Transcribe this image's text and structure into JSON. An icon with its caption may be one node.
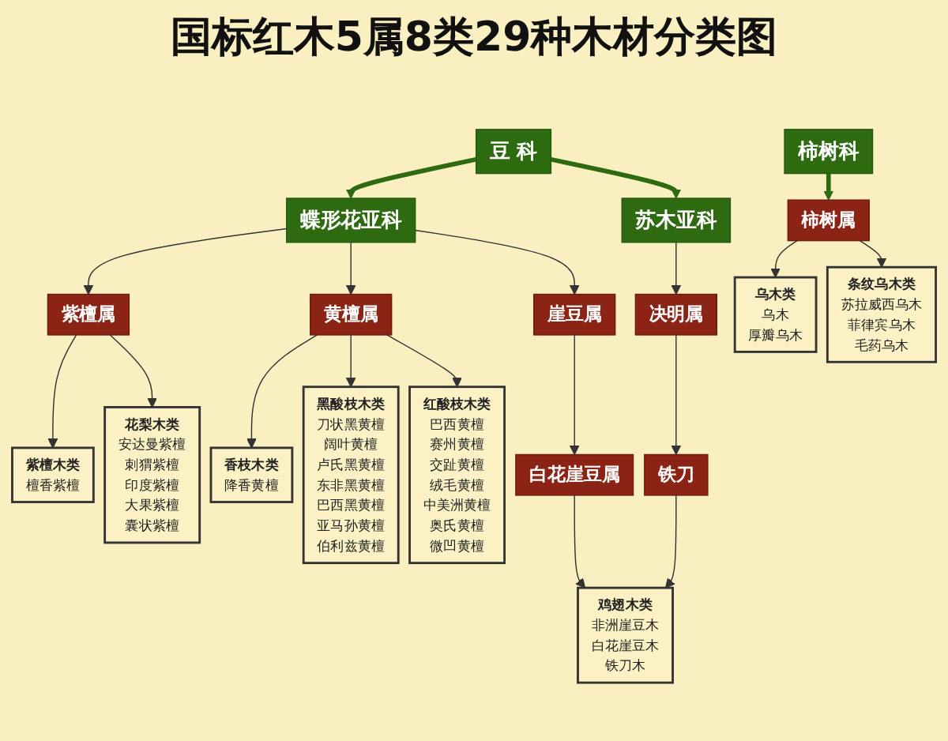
{
  "diagram": {
    "title": "国标红木5属8类29种木材分类图",
    "nodes": [
      {
        "text": [
          "豆 科"
        ]
      },
      {
        "text": [
          "柿树科"
        ]
      },
      {
        "text": [
          "蝶形花亚科"
        ]
      },
      {
        "text": [
          "苏木亚科"
        ]
      },
      {
        "text": [
          "紫檀属"
        ]
      },
      {
        "text": [
          "黄檀属"
        ]
      },
      {
        "text": [
          "崖豆属"
        ]
      },
      {
        "text": [
          "决明属"
        ]
      },
      {
        "text": [
          "柿树属"
        ]
      },
      {
        "text": [
          "白花崖豆属"
        ]
      },
      {
        "text": [
          "铁刀"
        ]
      },
      {
        "text": [
          "紫檀木类",
          "檀香紫檀"
        ]
      },
      {
        "text": [
          "花梨木类",
          "安达曼紫檀",
          "刺猬紫檀",
          "印度紫檀",
          "大果紫檀",
          "囊状紫檀"
        ]
      },
      {
        "text": [
          "香枝木类",
          "降香黄檀"
        ]
      },
      {
        "text": [
          "黑酸枝木类",
          "刀状黑黄檀",
          "阔叶黄檀",
          "卢氏黑黄檀",
          "东非黑黄檀",
          "巴西黑黄檀",
          "亚马孙黄檀",
          "伯利兹黄檀"
        ]
      },
      {
        "text": [
          "红酸枝木类",
          "巴西黄檀",
          "赛州黄檀",
          "交趾黄檀",
          "绒毛黄檀",
          "中美洲黄檀",
          "奥氏黄檀",
          "微凹黄檀"
        ]
      },
      {
        "text": [
          "鸡翅木类",
          "非洲崖豆木",
          "白花崖豆木",
          "铁刀木"
        ]
      },
      {
        "text": [
          "乌木类",
          "乌木",
          "厚瓣乌木"
        ]
      },
      {
        "text": [
          "条纹乌木类",
          "苏拉威西乌木",
          "菲律宾乌木",
          "毛药乌木"
        ]
      }
    ],
    "edges": [
      {
        "from": 0,
        "to": 2,
        "arrow": "to",
        "style": "thick",
        "color": "#2e6b10"
      },
      {
        "from": 0,
        "to": 3,
        "arrow": "to",
        "style": "thick",
        "color": "#2e6b10"
      },
      {
        "from": 1,
        "to": 8,
        "arrow": "to",
        "style": "thick",
        "color": "#2e6b10"
      },
      {
        "from": 2,
        "to": 4,
        "arrow": "to"
      },
      {
        "from": 2,
        "to": 5,
        "arrow": "to"
      },
      {
        "from": 2,
        "to": 6,
        "arrow": "to"
      },
      {
        "from": 3,
        "to": 7,
        "arrow": "to"
      },
      {
        "from": 6,
        "to": 9,
        "arrow": "to"
      },
      {
        "from": 7,
        "to": 10,
        "arrow": "to"
      },
      {
        "from": 8,
        "to": 17,
        "arrow": "to"
      },
      {
        "from": 8,
        "to": 18,
        "arrow": "to"
      },
      {
        "from": 4,
        "to": 11,
        "arrow": "to"
      },
      {
        "from": 4,
        "to": 12,
        "arrow": "to"
      },
      {
        "from": 5,
        "to": 13,
        "arrow": "to"
      },
      {
        "from": 5,
        "to": 14,
        "arrow": "to"
      },
      {
        "from": 5,
        "to": 15,
        "arrow": "to"
      },
      {
        "from": 9,
        "to": 16,
        "arrow": "to"
      },
      {
        "from": 10,
        "to": 16,
        "arrow": "to"
      }
    ]
  }
}
